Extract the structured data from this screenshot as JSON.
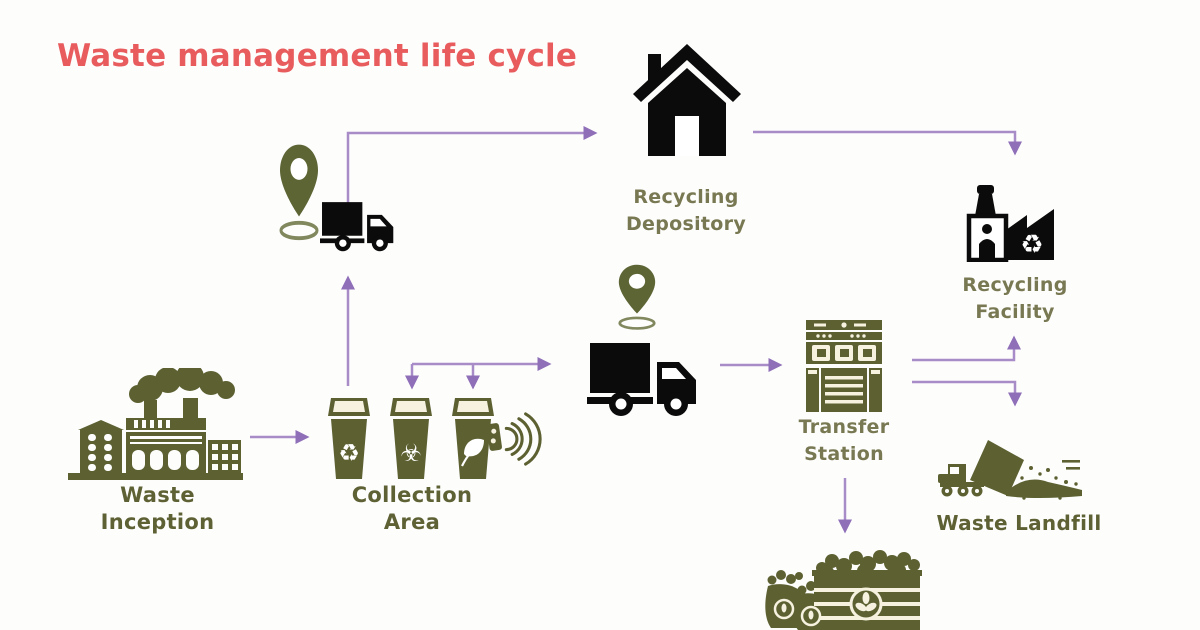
{
  "title": "Waste management life cycle",
  "colors": {
    "title_red": "#e85c5e",
    "icon_black": "#0b0b0b",
    "icon_olive": "#5d6132",
    "label_strong_olive": "#5e6134",
    "label_soft_olive": "#787852",
    "arrow_purple": "#a78cc8",
    "arrowhead_purple": "#8e6fb8",
    "bin_lid_cream": "#f6f2df",
    "background": "#fdfdfc"
  },
  "symbols": {
    "recycle": "♻",
    "biohazard": "☣",
    "organic": "leaf-icon"
  },
  "nodes": {
    "waste_inception": {
      "label": "Waste Inception"
    },
    "collection_area": {
      "label": "Collection Area"
    },
    "recycling_depository": {
      "label_line1": "Recycling",
      "label_line2": "Depository"
    },
    "recycling_facility": {
      "label": "Recycling Facility"
    },
    "transfer_station": {
      "label_line1": "Transfer",
      "label_line2": "Station"
    },
    "waste_landfill": {
      "label": "Waste Landfill"
    }
  },
  "connections": [
    {
      "from": "waste-inception",
      "to": "collection-area"
    },
    {
      "from": "collection-area",
      "to": "collection-truck"
    },
    {
      "from": "collection-truck",
      "to": "recycling-depository"
    },
    {
      "from": "recycling-depository",
      "to": "recycling-facility"
    },
    {
      "from": "collection-area",
      "to": "transport-truck"
    },
    {
      "from": "collection-sorting",
      "to": "bin-biohazard"
    },
    {
      "from": "collection-sorting",
      "to": "bin-organic"
    },
    {
      "from": "transport-truck",
      "to": "transfer-station"
    },
    {
      "from": "transfer-station",
      "to": "recycling-facility"
    },
    {
      "from": "transfer-station",
      "to": "waste-landfill"
    },
    {
      "from": "transfer-station",
      "to": "organic-waste"
    }
  ]
}
